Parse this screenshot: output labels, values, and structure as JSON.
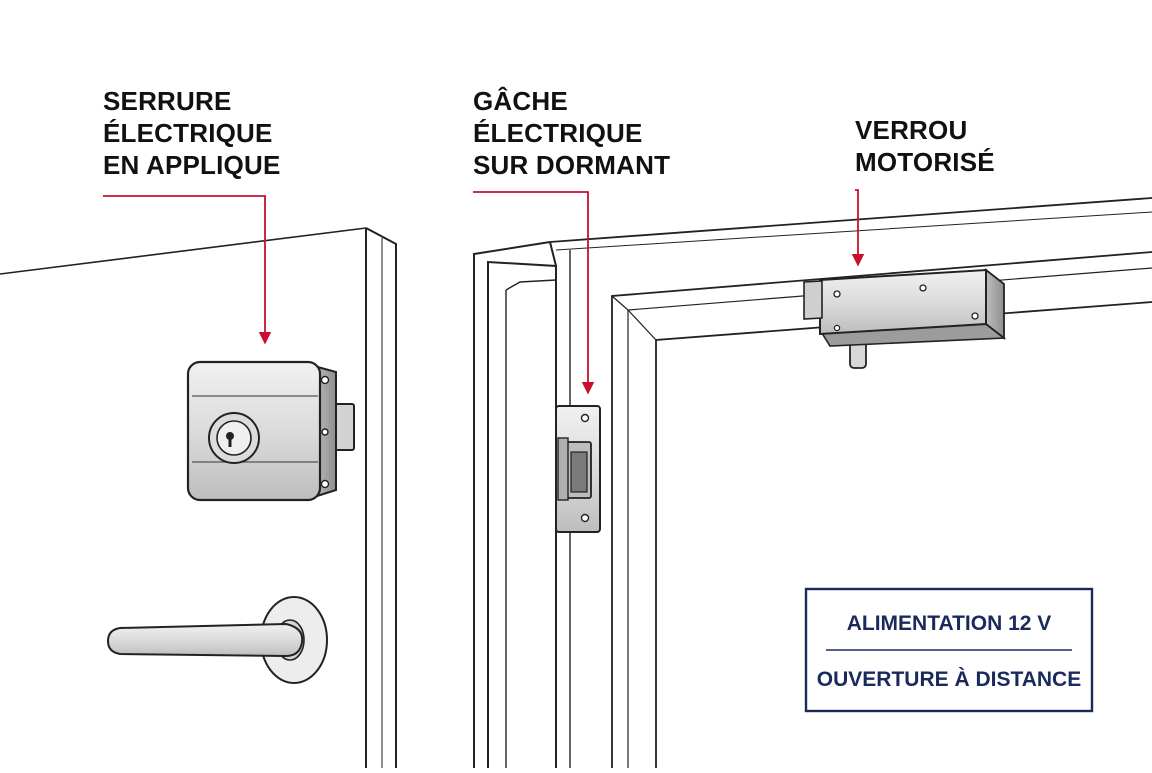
{
  "colors": {
    "accent_red": "#c8102e",
    "navy": "#1b2a5c",
    "line": "#222222",
    "metal_light": "#e9e9e9",
    "metal_mid": "#cfcfcf",
    "metal_dark": "#8e8e8e"
  },
  "labels": {
    "surface_lock": [
      "SERRURE",
      "ÉLECTRIQUE",
      "EN APPLIQUE"
    ],
    "strike": [
      "GÂCHE",
      "ÉLECTRIQUE",
      "SUR DORMANT"
    ],
    "motor_bolt": [
      "VERROU",
      "MOTORISÉ"
    ]
  },
  "info_box": {
    "power": "ALIMENTATION 12 V",
    "remote": "OUVERTURE À DISTANCE"
  },
  "icons": [
    "keyhole-icon",
    "screw-icon"
  ]
}
